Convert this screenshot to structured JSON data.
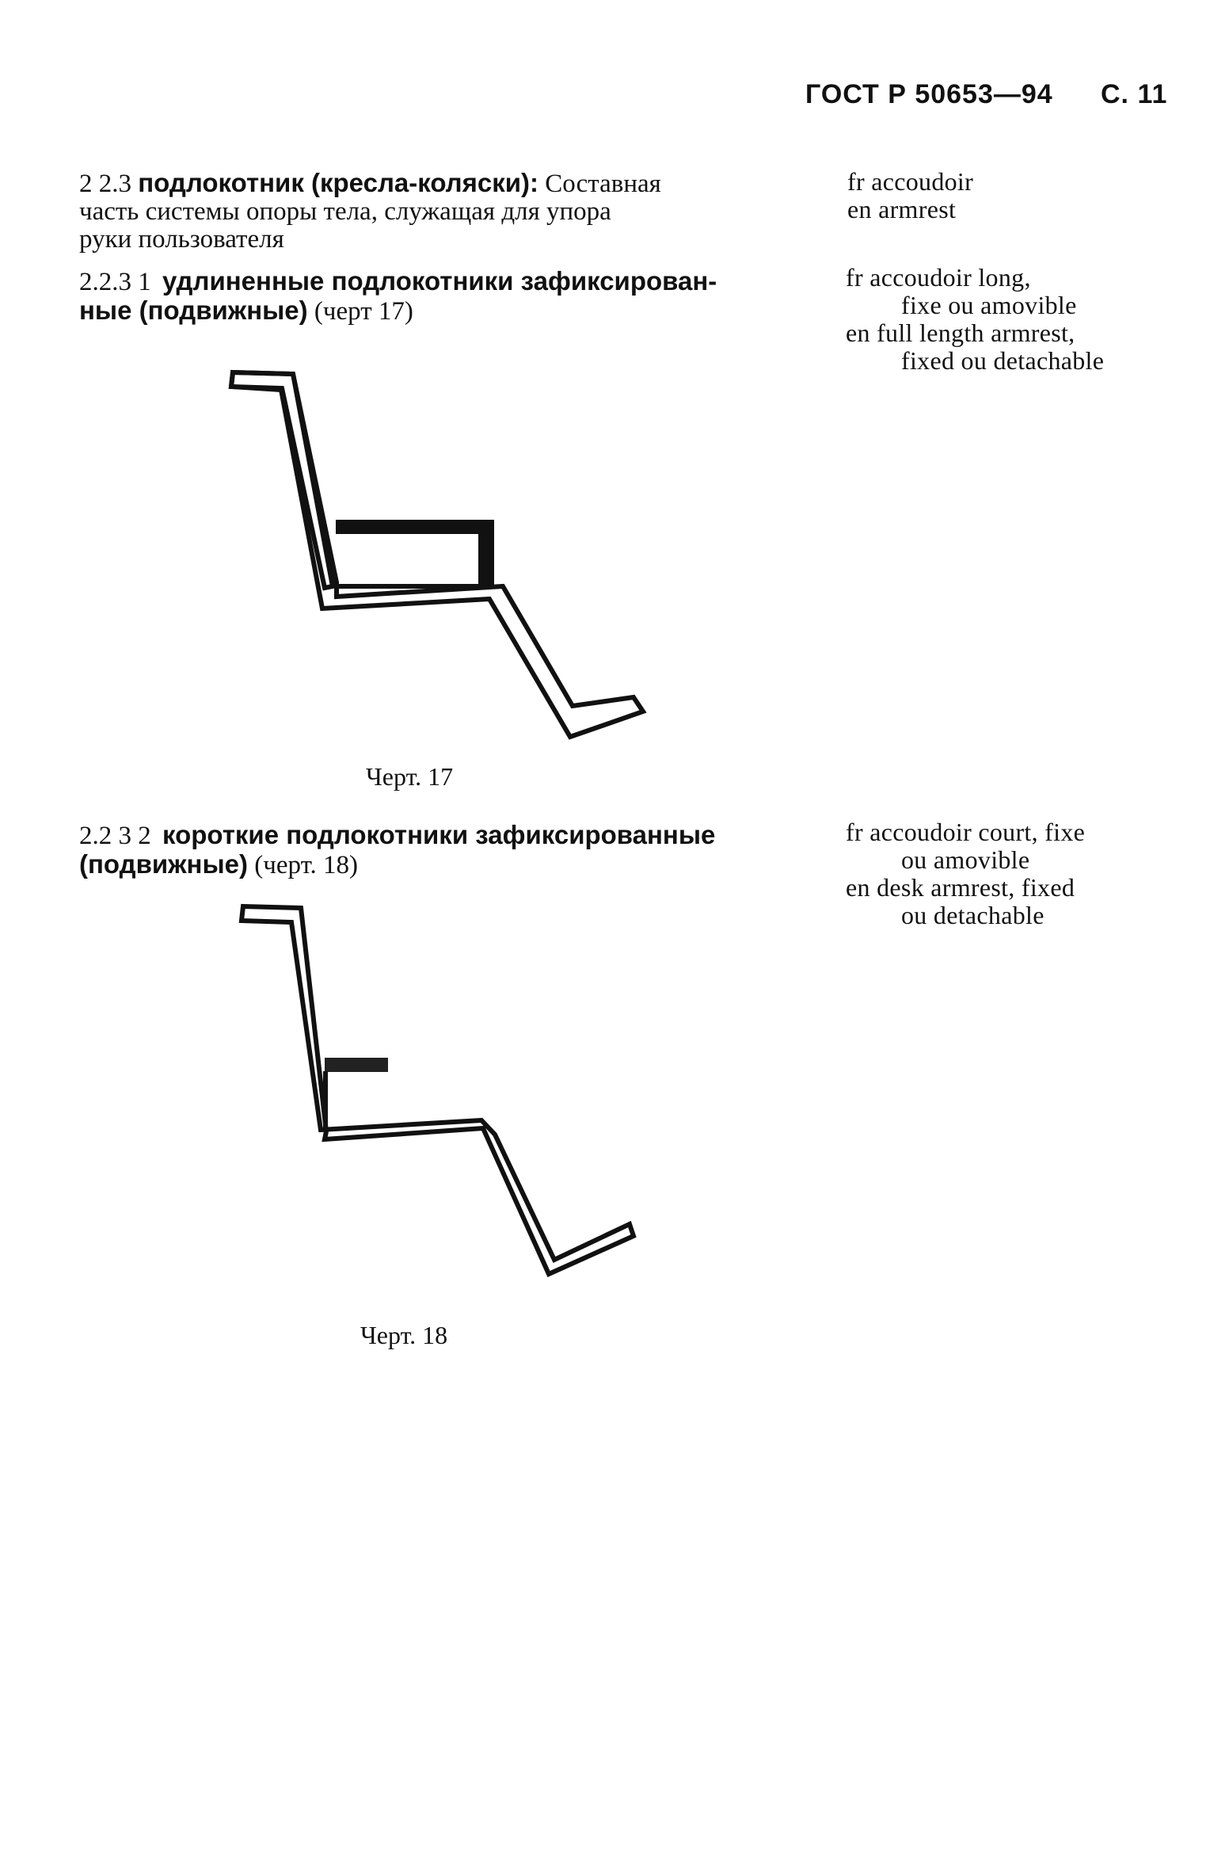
{
  "header": {
    "standard": "ГОСТ Р 50653—94",
    "page": "С. 11"
  },
  "entries": [
    {
      "number": "2 2.3",
      "term": "подлокотник (кресла-коляски):",
      "definition_line1_rest": "Составная",
      "definition_line2": "часть системы опоры тела, служащая для упора",
      "definition_line3": "руки пользователя",
      "equivalents": [
        "fr accoudoir",
        "en armrest"
      ]
    },
    {
      "number": "2.2.3 1",
      "term_line1": "удлиненные подлокотники зафиксирован-",
      "term_line2": "ные (подвижные)",
      "ref": "(черт 17)",
      "equivalents": [
        "fr accoudoir long,",
        "fixe ou amovible",
        "en full length armrest,",
        "fixed ou detachable"
      ],
      "figure_caption": "Черт. 17"
    },
    {
      "number": "2.2 3 2",
      "term_line1": "короткие подлокотники зафиксированные",
      "term_line2": "(подвижные)",
      "ref": "(черт. 18)",
      "equivalents": [
        "fr accoudoir court, fixe",
        "ou amovible",
        "en desk armrest, fixed",
        "ou detachable"
      ],
      "figure_caption": "Черт. 18"
    }
  ]
}
